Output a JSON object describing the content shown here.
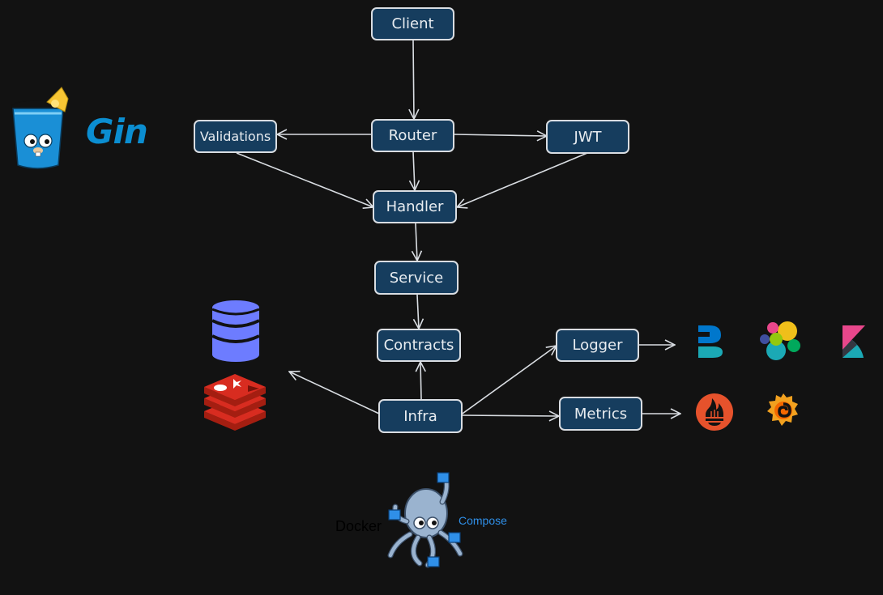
{
  "nodes": {
    "client": "Client",
    "router": "Router",
    "validations": "Validations",
    "jwt": "JWT",
    "handler": "Handler",
    "service": "Service",
    "contracts": "Contracts",
    "infra": "Infra",
    "logger": "Logger",
    "metrics": "Metrics"
  },
  "edges": [
    {
      "from": "Client",
      "to": "Router"
    },
    {
      "from": "Router",
      "to": "Validations"
    },
    {
      "from": "Router",
      "to": "JWT"
    },
    {
      "from": "Router",
      "to": "Handler"
    },
    {
      "from": "Validations",
      "to": "Handler"
    },
    {
      "from": "JWT",
      "to": "Handler"
    },
    {
      "from": "Handler",
      "to": "Service"
    },
    {
      "from": "Service",
      "to": "Contracts"
    },
    {
      "from": "Infra",
      "to": "Contracts"
    },
    {
      "from": "Infra",
      "to": "Logger"
    },
    {
      "from": "Infra",
      "to": "Metrics"
    },
    {
      "from": "Infra",
      "to": "databases"
    },
    {
      "from": "Logger",
      "to": "logging-stack"
    },
    {
      "from": "Metrics",
      "to": "monitoring-stack"
    }
  ],
  "logos": {
    "gin": "Gin",
    "docker": "Docker",
    "compose": "Compose"
  },
  "icons": [
    "gin-gopher-icon",
    "database-icon",
    "redis-icon",
    "beats-icon",
    "elasticsearch-icon",
    "kibana-icon",
    "prometheus-icon",
    "grafana-icon",
    "docker-compose-octopus-icon"
  ],
  "colors": {
    "background": "#121212",
    "node_fill": "#163d5e",
    "node_border": "#d9dde2",
    "node_text": "#e8ecf0",
    "edge": "#d9dde2",
    "gin": "#0b8ed1",
    "database": "#6d7cff",
    "redis": "#d82c20",
    "prometheus": "#e6522c",
    "grafana": "#f2a11f",
    "compose_text": "#2f8fe8"
  }
}
